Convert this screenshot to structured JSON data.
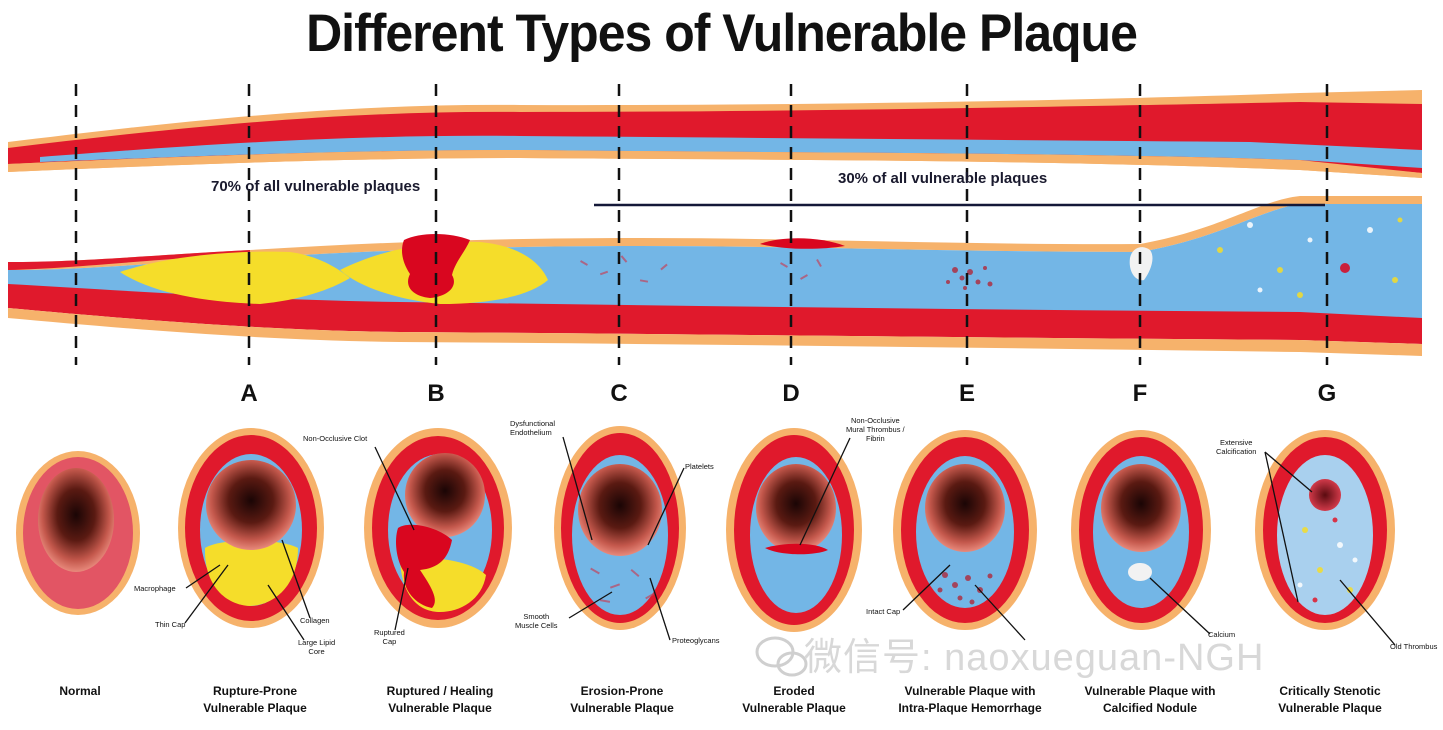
{
  "title": "Different Types of Vulnerable Plaque",
  "shares": {
    "left": "70% of all vulnerable plaques",
    "right": "30% of all vulnerable plaques"
  },
  "markers": [
    "A",
    "B",
    "C",
    "D",
    "E",
    "F",
    "G"
  ],
  "types": [
    {
      "line1": "Normal",
      "line2": ""
    },
    {
      "line1": "Rupture-Prone",
      "line2": "Vulnerable Plaque"
    },
    {
      "line1": "Ruptured / Healing",
      "line2": "Vulnerable Plaque"
    },
    {
      "line1": "Erosion-Prone",
      "line2": "Vulnerable Plaque"
    },
    {
      "line1": "Eroded",
      "line2": "Vulnerable Plaque"
    },
    {
      "line1": "Vulnerable Plaque with",
      "line2": "Intra-Plaque Hemorrhage"
    },
    {
      "line1": "Vulnerable Plaque with",
      "line2": "Calcified Nodule"
    },
    {
      "line1": "Critically Stenotic",
      "line2": "Vulnerable Plaque"
    }
  ],
  "annotations": {
    "macrophage": "Macrophage",
    "thin_cap": "Thin Cap",
    "collagen": "Collagen",
    "lipid_core_1": "Large Lipid",
    "lipid_core_2": "Core",
    "non_occlusive_clot": "Non-Occlusive Clot",
    "ruptured_cap_1": "Ruptured",
    "ruptured_cap_2": "Cap",
    "dysfunctional_1": "Dysfunctional",
    "dysfunctional_2": "Endothelium",
    "platelets": "Platelets",
    "smooth_muscle_1": "Smooth",
    "smooth_muscle_2": "Muscle Cells",
    "proteoglycans": "Proteoglycans",
    "mural_thrombus_1": "Non-Occlusive",
    "mural_thrombus_2": "Mural Thrombus /",
    "mural_thrombus_3": "Fibrin",
    "intact_cap": "Intact Cap",
    "calcification_1": "Extensive",
    "calcification_2": "Calcification",
    "calcium_nodule": "Calcium",
    "old_thrombus": "Old Thrombus"
  },
  "watermark": "微信号: naoxueguan-NGH",
  "colors": {
    "artery_wall": "#e0192c",
    "adventitia": "#f6b26b",
    "intima": "#73b6e6",
    "lipid": "#f5dd2a",
    "thrombus": "#d9061f",
    "calcium": "#f2f2f2"
  }
}
